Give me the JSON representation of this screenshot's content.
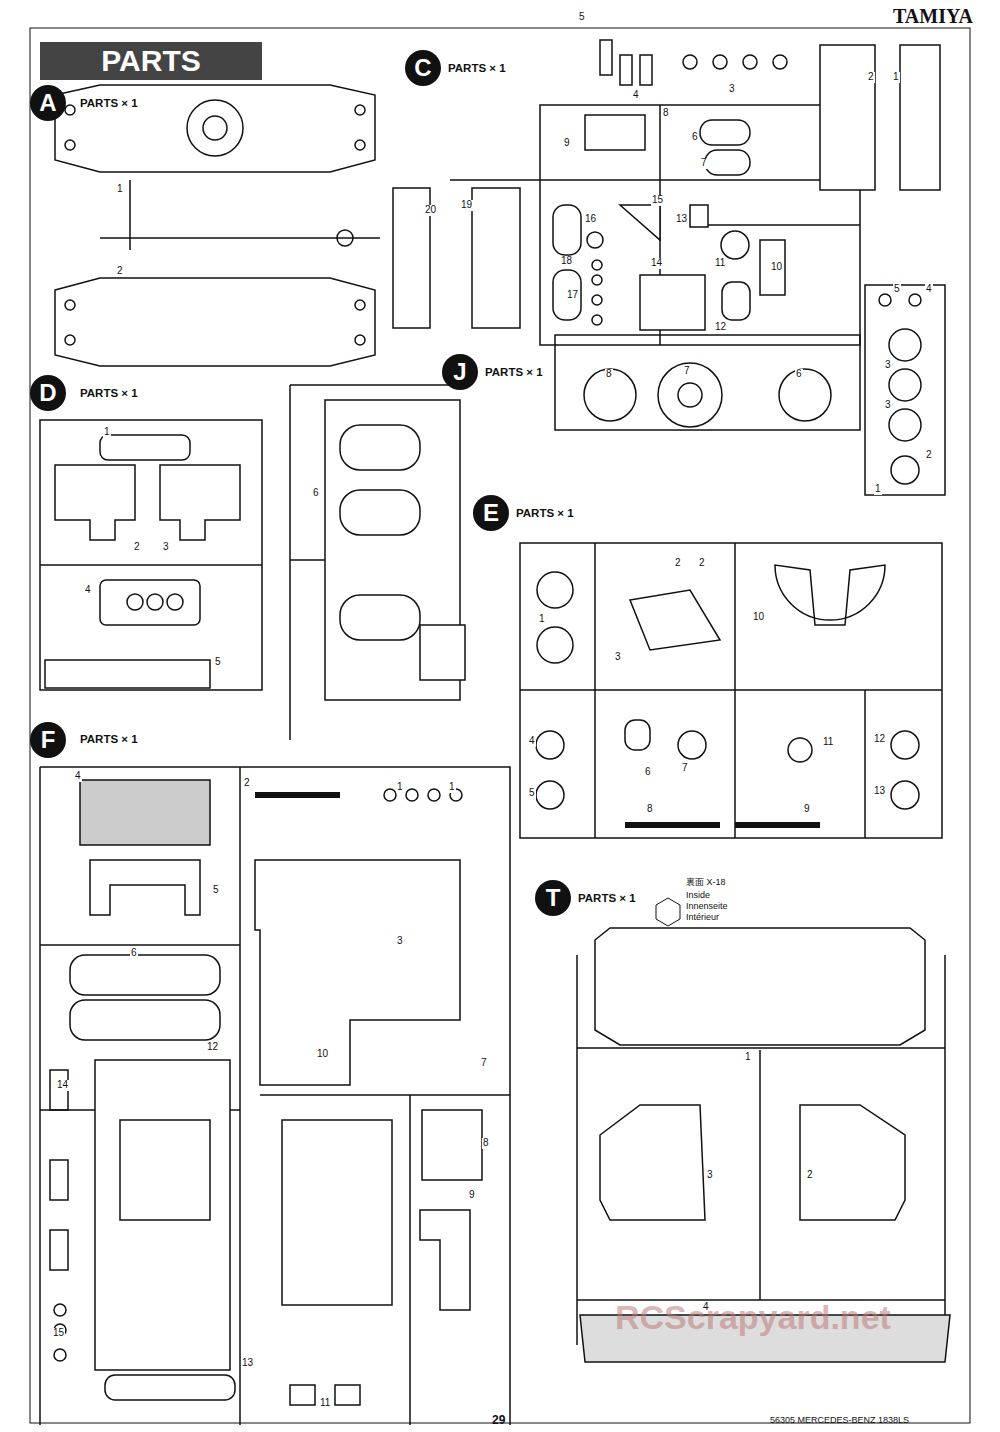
{
  "diagram": {
    "title": "PARTS",
    "nodes": [
      {
        "text": [
          "A"
        ]
      },
      {
        "text": [
          "C"
        ]
      },
      {
        "text": [
          "D"
        ]
      },
      {
        "text": [
          "J"
        ]
      },
      {
        "text": [
          "E"
        ]
      },
      {
        "text": [
          "F"
        ]
      },
      {
        "text": [
          "T"
        ]
      }
    ],
    "labels": [
      "TAMIYA",
      "PARTS × 1",
      "PARTS × 1",
      "PARTS × 1",
      "PARTS × 1",
      "PARTS × 1",
      "PARTS × 1",
      "PARTS × 1",
      "1",
      "2",
      "5",
      "4",
      "3",
      "8",
      "9",
      "6",
      "7",
      "2",
      "1",
      "20",
      "19",
      "16",
      "15",
      "13",
      "18",
      "14",
      "11",
      "10",
      "17",
      "12",
      "1",
      "2",
      "3",
      "6",
      "4",
      "5",
      "8",
      "7",
      "6",
      "5",
      "4",
      "3",
      "3",
      "2",
      "1",
      "2",
      "2",
      "1",
      "10",
      "3",
      "4",
      "5",
      "6",
      "7",
      "11",
      "12",
      "13",
      "8",
      "9",
      "4",
      "2",
      "1",
      "1",
      "5",
      "3",
      "6",
      "12",
      "14",
      "10",
      "7",
      "8",
      "9",
      "15",
      "13",
      "11",
      "裏面 X-18",
      "Inside",
      "Innenseite",
      "Intérieur",
      "1",
      "3",
      "2",
      "4",
      "29",
      "56305 MERCEDES-BENZ 1838LS",
      "RCScrapyard.net"
    ]
  }
}
